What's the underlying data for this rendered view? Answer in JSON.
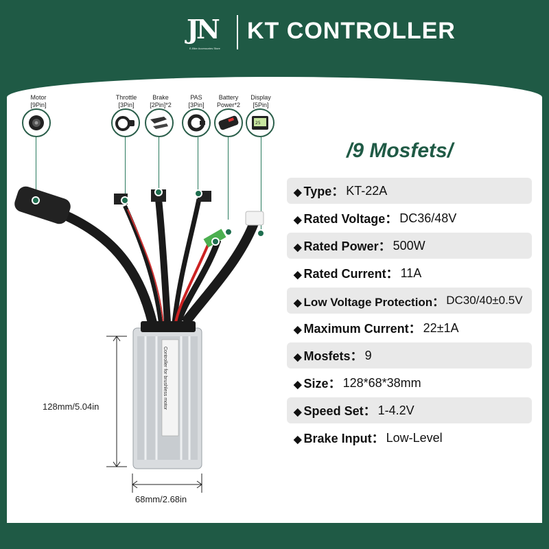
{
  "brand": {
    "logo": "JN",
    "logo_tagline": "E-Bike Accessories Store",
    "title": "KT CONTROLLER"
  },
  "connectors": [
    {
      "name": "Motor",
      "pins": "[9Pin]"
    },
    {
      "name": "Throttle",
      "pins": "[3Pin]"
    },
    {
      "name": "Brake",
      "pins": "[2Pin]*2"
    },
    {
      "name": "PAS",
      "pins": "[3Pin]"
    },
    {
      "name": "Battery",
      "pins": "Power*2"
    },
    {
      "name": "Display",
      "pins": "[5Pin]"
    }
  ],
  "headline": "/9 Mosfets/",
  "specs": [
    {
      "key": "Type：",
      "value": "KT-22A"
    },
    {
      "key": "Rated Voltage：",
      "value": "DC36/48V"
    },
    {
      "key": "Rated Power：",
      "value": "500W"
    },
    {
      "key": "Rated Current：",
      "value": "11A"
    },
    {
      "key": "Low Voltage Protection：",
      "value": "DC30/40±0.5V"
    },
    {
      "key": "Maximum Current：",
      "value": "22±1A"
    },
    {
      "key": "Mosfets：",
      "value": "9"
    },
    {
      "key": "Size：",
      "value": "128*68*38mm"
    },
    {
      "key": "Speed Set：",
      "value": "1-4.2V"
    },
    {
      "key": "Brake Input：",
      "value": "Low-Level"
    }
  ],
  "dimensions": {
    "height": "128mm/5.04in",
    "width": "68mm/2.68in"
  },
  "product_label": "Controller for brushless motor",
  "colors": {
    "brand_green": "#1f5a45",
    "panel": "#ffffff",
    "row_shade": "#e9e9e9"
  }
}
